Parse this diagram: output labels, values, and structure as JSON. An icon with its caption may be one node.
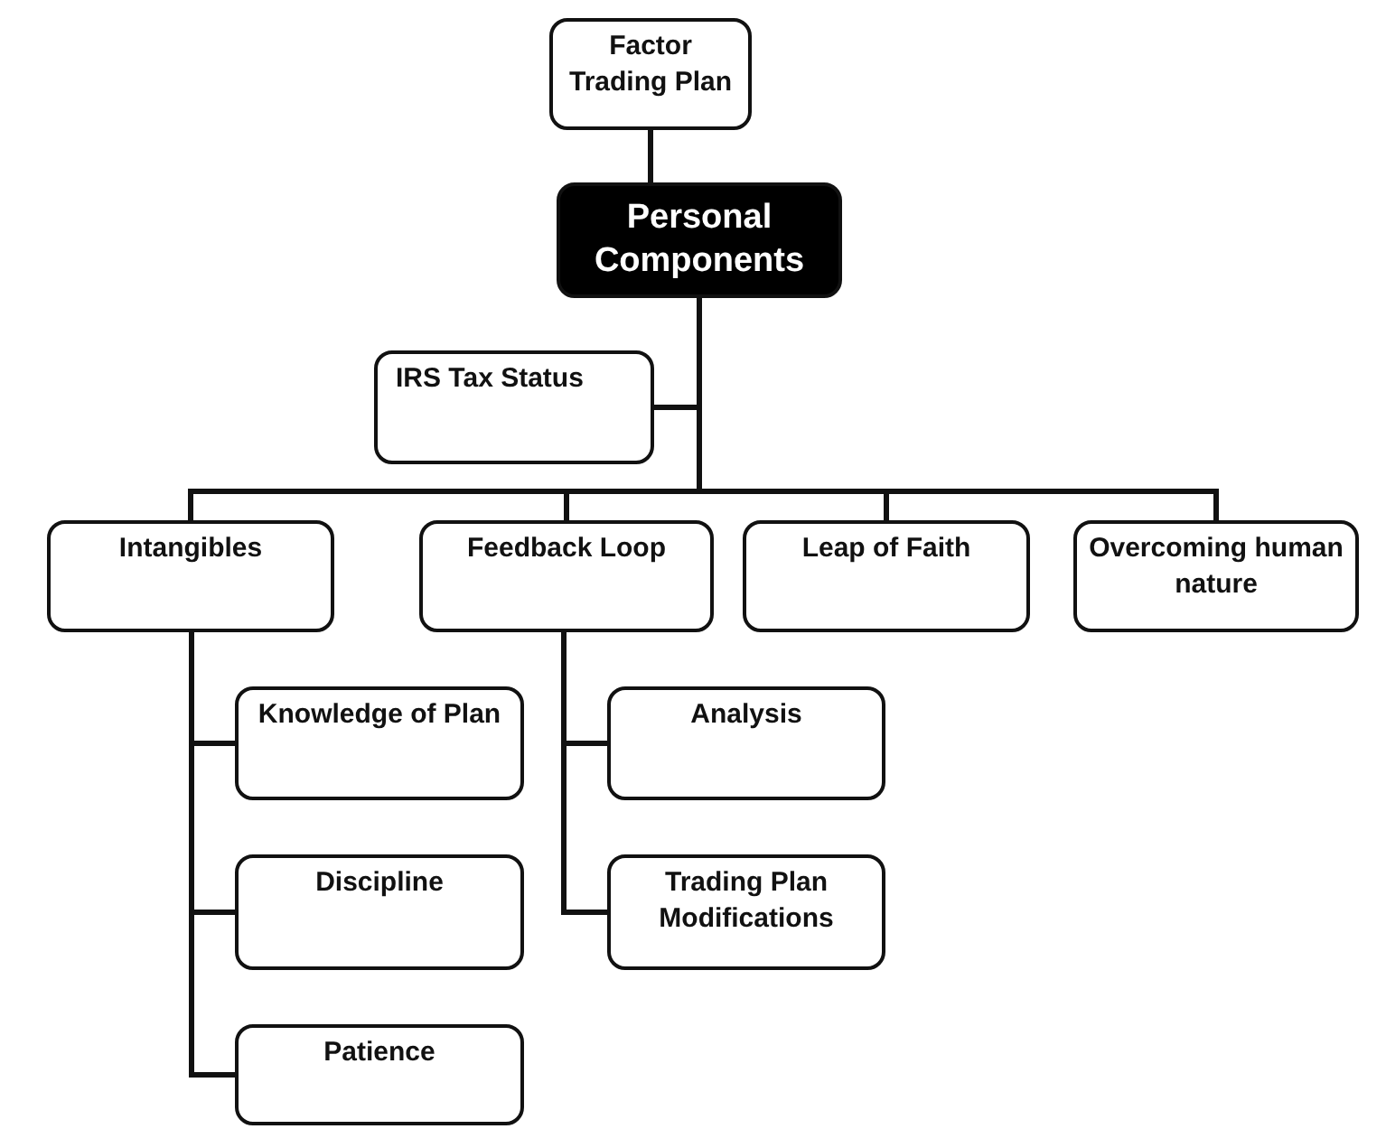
{
  "diagram": {
    "nodes": [
      {
        "text": [
          "Factor Trading Plan"
        ]
      },
      {
        "text": [
          "Personal Components"
        ]
      },
      {
        "text": [
          "IRS Tax Status"
        ]
      },
      {
        "text": [
          "Intangibles"
        ]
      },
      {
        "text": [
          "Feedback Loop"
        ]
      },
      {
        "text": [
          "Leap of Faith"
        ]
      },
      {
        "text": [
          "Overcoming human nature"
        ]
      },
      {
        "text": [
          "Knowledge of Plan"
        ]
      },
      {
        "text": [
          "Analysis"
        ]
      },
      {
        "text": [
          "Discipline"
        ]
      },
      {
        "text": [
          "Trading Plan Modifications"
        ]
      },
      {
        "text": [
          "Patience"
        ]
      }
    ],
    "edges": [
      {
        "from": 0,
        "to": 1,
        "arrow": "none"
      },
      {
        "from": 1,
        "to": 2,
        "arrow": "none"
      },
      {
        "from": 1,
        "to": 3,
        "arrow": "none"
      },
      {
        "from": 1,
        "to": 4,
        "arrow": "none"
      },
      {
        "from": 1,
        "to": 5,
        "arrow": "none"
      },
      {
        "from": 1,
        "to": 6,
        "arrow": "none"
      },
      {
        "from": 3,
        "to": 7,
        "arrow": "none"
      },
      {
        "from": 3,
        "to": 9,
        "arrow": "none"
      },
      {
        "from": 3,
        "to": 11,
        "arrow": "none"
      },
      {
        "from": 4,
        "to": 8,
        "arrow": "none"
      },
      {
        "from": 4,
        "to": 10,
        "arrow": "none"
      }
    ]
  }
}
